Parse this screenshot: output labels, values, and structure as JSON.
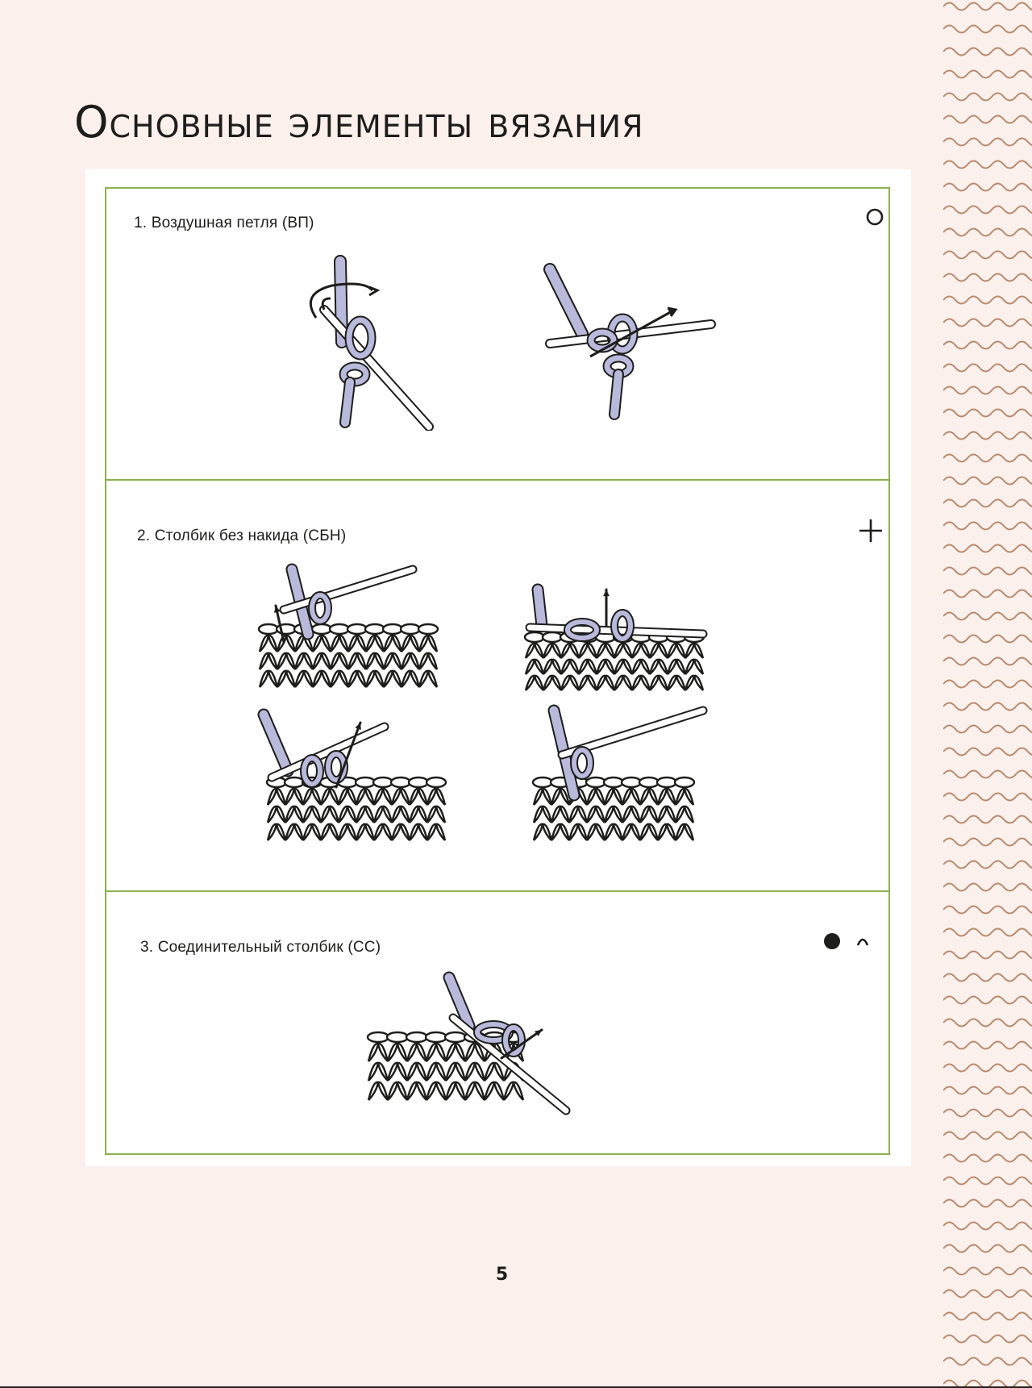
{
  "page": {
    "title": "Основные элементы вязания",
    "page_number": "5"
  },
  "sections": [
    {
      "title": "1.   Воздушная петля (ВП)",
      "symbol": "circle-open-icon"
    },
    {
      "title": "2. Столбик без накида (СБН)",
      "symbol": "plus-icon"
    },
    {
      "title": "3. Соединительный столбик (СС)",
      "symbol": "dot-and-arc-icon"
    }
  ],
  "colors": {
    "background": "#fbf0ec",
    "frame_green": "#8bb24e",
    "yarn_lilac": "#b9b9dc",
    "wave_bronze": "#b98a6e",
    "ink": "#1d1d1b"
  }
}
